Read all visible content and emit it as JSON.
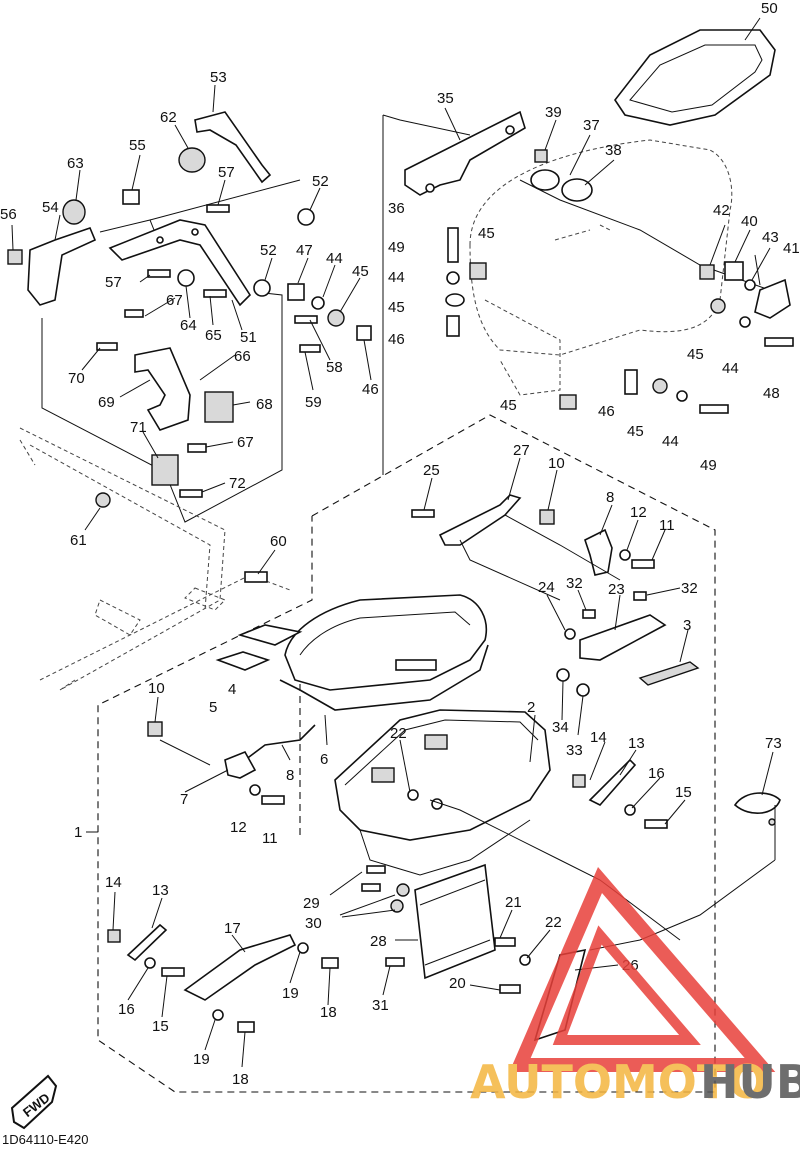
{
  "diagram_code": "1D64110-E420",
  "direction_badge": "FWD",
  "watermark": {
    "brand_a": "AUTOMOTO",
    "brand_b": "HUB",
    "color_a": "#f4b63f",
    "color_b": "#555555",
    "triangle_color": "#e8403a"
  },
  "callouts": [
    "1",
    "2",
    "3",
    "4",
    "5",
    "6",
    "7",
    "8",
    "10",
    "11",
    "12",
    "13",
    "14",
    "15",
    "16",
    "17",
    "18",
    "19",
    "20",
    "21",
    "22",
    "23",
    "24",
    "25",
    "26",
    "27",
    "28",
    "29",
    "30",
    "31",
    "32",
    "33",
    "34",
    "35",
    "36",
    "37",
    "38",
    "39",
    "40",
    "41",
    "42",
    "43",
    "44",
    "45",
    "46",
    "47",
    "48",
    "49",
    "50",
    "51",
    "52",
    "53",
    "54",
    "55",
    "56",
    "57",
    "58",
    "59",
    "60",
    "61",
    "62",
    "63",
    "64",
    "65",
    "66",
    "67",
    "68",
    "69",
    "70",
    "71",
    "72",
    "73"
  ]
}
